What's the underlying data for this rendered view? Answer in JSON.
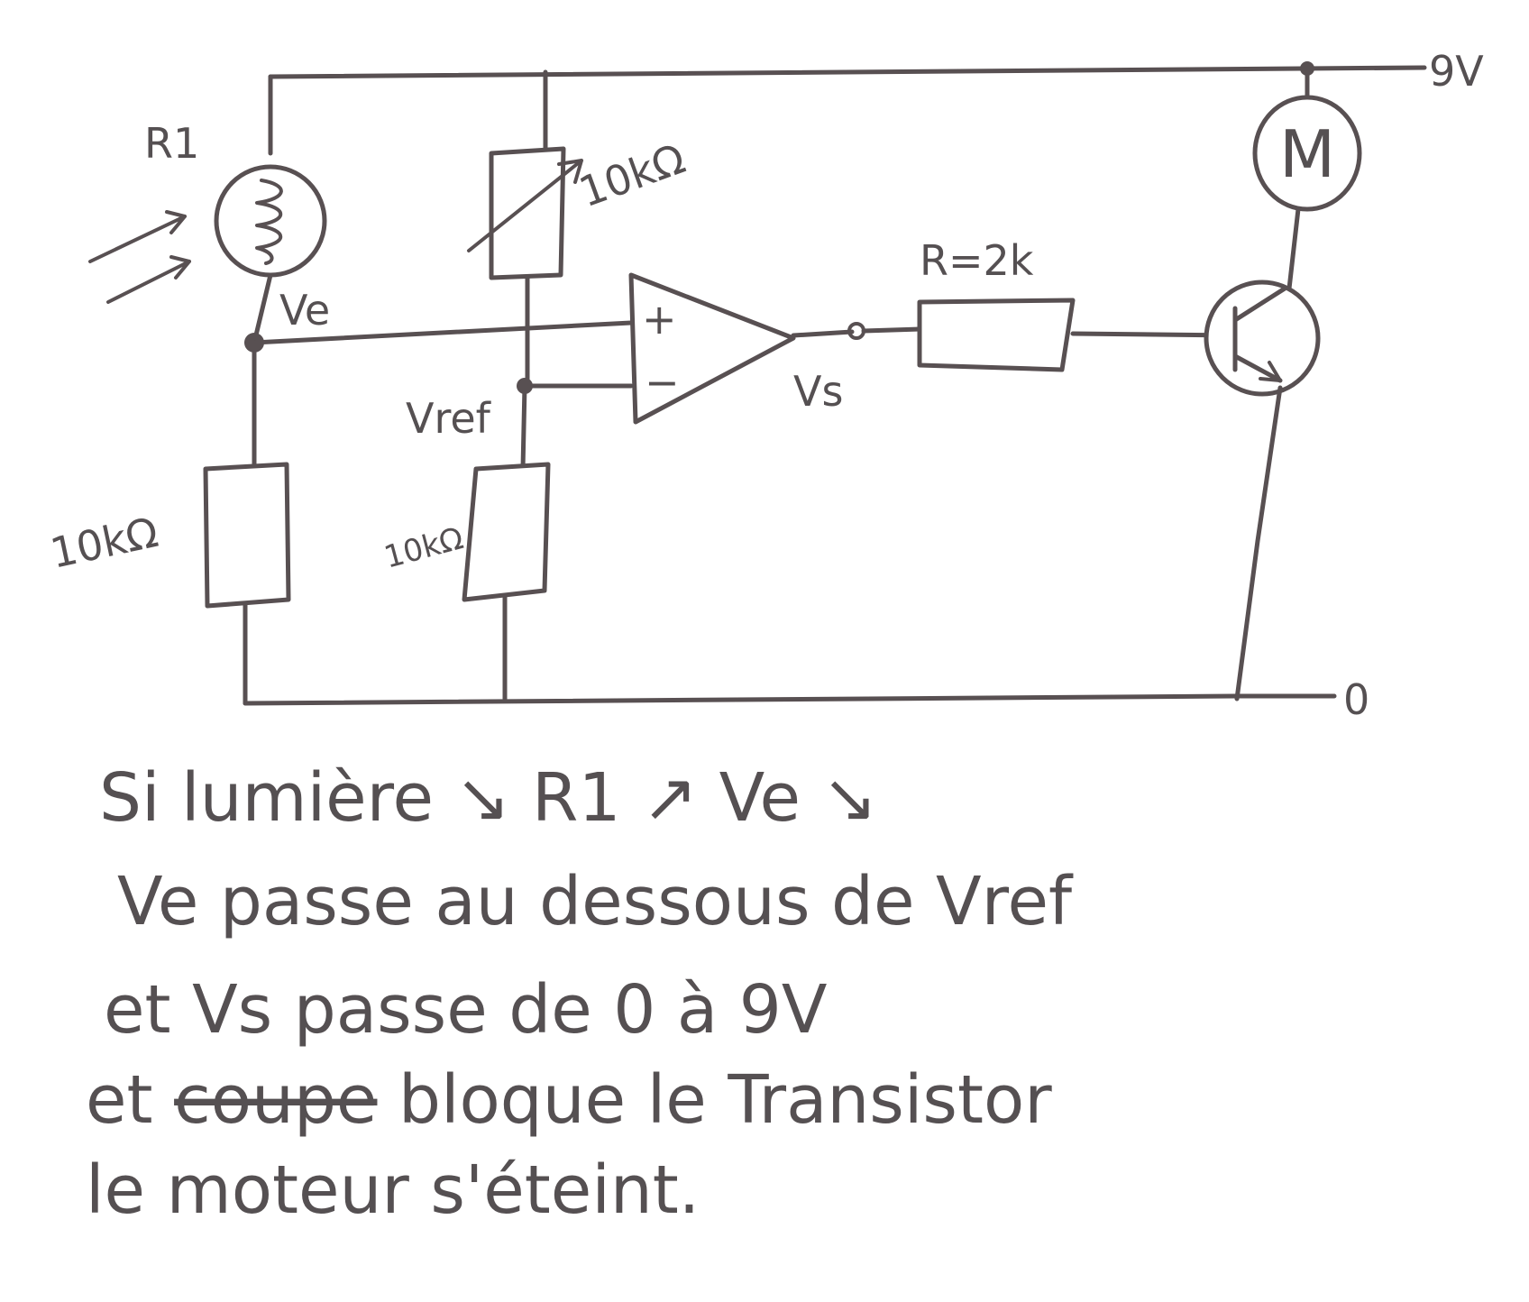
{
  "labels": {
    "supply": "9V",
    "ground": "0",
    "r1": "R1",
    "ve": "Ve",
    "vref": "Vref",
    "vs": "Vs",
    "r_base": "R=2k",
    "motor": "M",
    "pot": "10kΩ",
    "r_low_left": "10kΩ",
    "r_low_mid": "10kΩ",
    "plus": "+",
    "minus": "−"
  },
  "notes": {
    "line1": "Si lumière ↘  R1 ↗  Ve ↘",
    "line2": "Ve passe au dessous de Vref",
    "line3": "et Vs passe de 0 à 9V",
    "line4_start": "et ",
    "line4_struck": "coupe",
    "line4_end": " bloque le Transistor",
    "line5": "le moteur s'éteint."
  }
}
